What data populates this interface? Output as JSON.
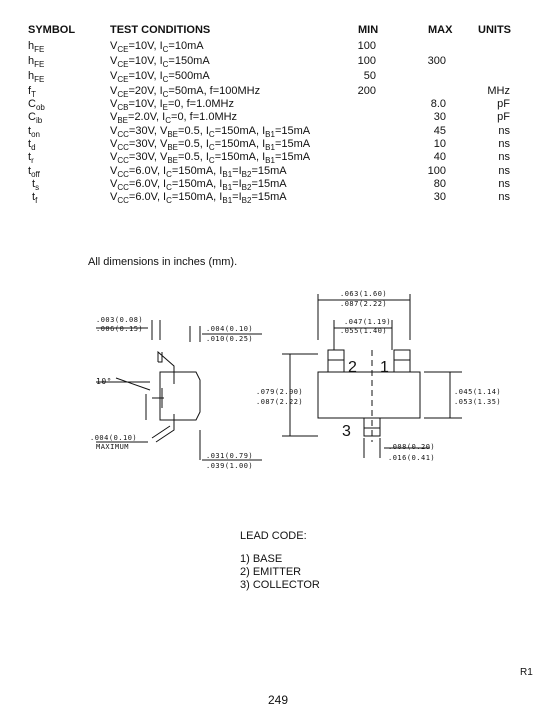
{
  "table": {
    "headers": {
      "symbol": "SYMBOL",
      "conditions": "TEST CONDITIONS",
      "min": "MIN",
      "max": "MAX",
      "units": "UNITS"
    },
    "rows": [
      {
        "sym": "h",
        "sym_sub": "FE",
        "cond": [
          [
            "V",
            "CE"
          ],
          [
            "=10V, I",
            ""
          ],
          [
            "",
            "C"
          ],
          [
            "=10mA",
            ""
          ]
        ],
        "min": "100",
        "max": "",
        "units": ""
      },
      {
        "sym": "h",
        "sym_sub": "FE",
        "cond": [
          [
            "V",
            "CE"
          ],
          [
            "=10V, I",
            ""
          ],
          [
            "",
            "C"
          ],
          [
            "=150mA",
            ""
          ]
        ],
        "min": "100",
        "max": "300",
        "units": ""
      },
      {
        "sym": "h",
        "sym_sub": "FE",
        "cond": [
          [
            "V",
            "CE"
          ],
          [
            "=10V, I",
            ""
          ],
          [
            "",
            "C"
          ],
          [
            "=500mA",
            ""
          ]
        ],
        "min": "50",
        "max": "",
        "units": ""
      },
      {
        "sym": "f",
        "sym_sub": "T",
        "cond": [
          [
            "V",
            "CE"
          ],
          [
            "=20V, I",
            ""
          ],
          [
            "",
            "C"
          ],
          [
            "=50mA, f=100MHz",
            ""
          ]
        ],
        "min": "200",
        "max": "",
        "units": "MHz"
      },
      {
        "sym": "C",
        "sym_sub": "ob",
        "cond": [
          [
            "V",
            "CB"
          ],
          [
            "=10V, I",
            ""
          ],
          [
            "",
            "E"
          ],
          [
            "=0, f=1.0MHz",
            ""
          ]
        ],
        "min": "",
        "max": "8.0",
        "units": "pF"
      },
      {
        "sym": "C",
        "sym_sub": "ib",
        "cond": [
          [
            "V",
            "BE"
          ],
          [
            "=2.0V, I",
            ""
          ],
          [
            "",
            "C"
          ],
          [
            "=0, f=1.0MHz",
            ""
          ]
        ],
        "min": "",
        "max": "30",
        "units": "pF"
      },
      {
        "sym": "t",
        "sym_sub": "on",
        "cond": [
          [
            "V",
            "CC"
          ],
          [
            "=30V, V",
            ""
          ],
          [
            "",
            "BE"
          ],
          [
            "=0.5, I",
            ""
          ],
          [
            "",
            "C"
          ],
          [
            "=150mA, I",
            ""
          ],
          [
            "",
            "B1"
          ],
          [
            "=15mA",
            ""
          ]
        ],
        "min": "",
        "max": "45",
        "units": "ns"
      },
      {
        "sym": "t",
        "sym_sub": "d",
        "cond": [
          [
            "V",
            "CC"
          ],
          [
            "=30V, V",
            ""
          ],
          [
            "",
            "BE"
          ],
          [
            "=0.5, I",
            ""
          ],
          [
            "",
            "C"
          ],
          [
            "=150mA, I",
            ""
          ],
          [
            "",
            "B1"
          ],
          [
            "=15mA",
            ""
          ]
        ],
        "min": "",
        "max": "10",
        "units": "ns"
      },
      {
        "sym": "t",
        "sym_sub": "r",
        "cond": [
          [
            "V",
            "CC"
          ],
          [
            "=30V, V",
            ""
          ],
          [
            "",
            "BE"
          ],
          [
            "=0.5, I",
            ""
          ],
          [
            "",
            "C"
          ],
          [
            "=150mA, I",
            ""
          ],
          [
            "",
            "B1"
          ],
          [
            "=15mA",
            ""
          ]
        ],
        "min": "",
        "max": "40",
        "units": "ns"
      },
      {
        "sym": "t",
        "sym_sub": "off",
        "cond": [
          [
            "V",
            "CC"
          ],
          [
            "=6.0V, I",
            ""
          ],
          [
            "",
            "C"
          ],
          [
            "=150mA, I",
            ""
          ],
          [
            "",
            "B1"
          ],
          [
            "=I",
            ""
          ],
          [
            "",
            "B2"
          ],
          [
            "=15mA",
            ""
          ]
        ],
        "min": "",
        "max": "100",
        "units": "ns"
      },
      {
        "sym": "t",
        "sym_sub": "s",
        "cond": [
          [
            "V",
            "CC"
          ],
          [
            "=6.0V, I",
            ""
          ],
          [
            "",
            "C"
          ],
          [
            "=150mA, I",
            ""
          ],
          [
            "",
            "B1"
          ],
          [
            "=I",
            ""
          ],
          [
            "",
            "B2"
          ],
          [
            "=15mA",
            ""
          ]
        ],
        "min": "",
        "max": "80",
        "units": "ns"
      },
      {
        "sym": "t",
        "sym_sub": "f",
        "cond": [
          [
            "V",
            "CC"
          ],
          [
            "=6.0V, I",
            ""
          ],
          [
            "",
            "C"
          ],
          [
            "=150mA, I",
            ""
          ],
          [
            "",
            "B1"
          ],
          [
            "=I",
            ""
          ],
          [
            "",
            "B2"
          ],
          [
            "=15mA",
            ""
          ]
        ],
        "min": "",
        "max": "30",
        "units": "ns"
      }
    ]
  },
  "note": "All dimensions in inches (mm).",
  "dims": {
    "top_width_1": ".063(1.60)",
    "top_width_2": ".087(2.22)",
    "pin_width_1": ".047(1.19)",
    "pin_width_2": ".055(1.40)",
    "body_height_1": ".079(2.00)",
    "body_height_2": ".087(2.22)",
    "right_1": ".045(1.14)",
    "right_2": ".053(1.35)",
    "bottom_1": ".008(0.20)",
    "bottom_2": ".016(0.41)",
    "side_a_1": ".003(0.08)",
    "side_a_2": ".006(0.15)",
    "side_b_1": ".004(0.10)",
    "side_b_2": ".010(0.25)",
    "angle": "10°",
    "side_c_1": ".004(0.10)",
    "side_c_2": "MAXIMUM",
    "side_d_1": ".031(0.79)",
    "side_d_2": ".039(1.00)"
  },
  "pins": {
    "p1": "1",
    "p2": "2",
    "p3": "3"
  },
  "lead_code": {
    "title": "LEAD CODE:",
    "items": [
      "1) BASE",
      "2) EMITTER",
      "3) COLLECTOR"
    ]
  },
  "revision": "R1",
  "page_number": "249"
}
